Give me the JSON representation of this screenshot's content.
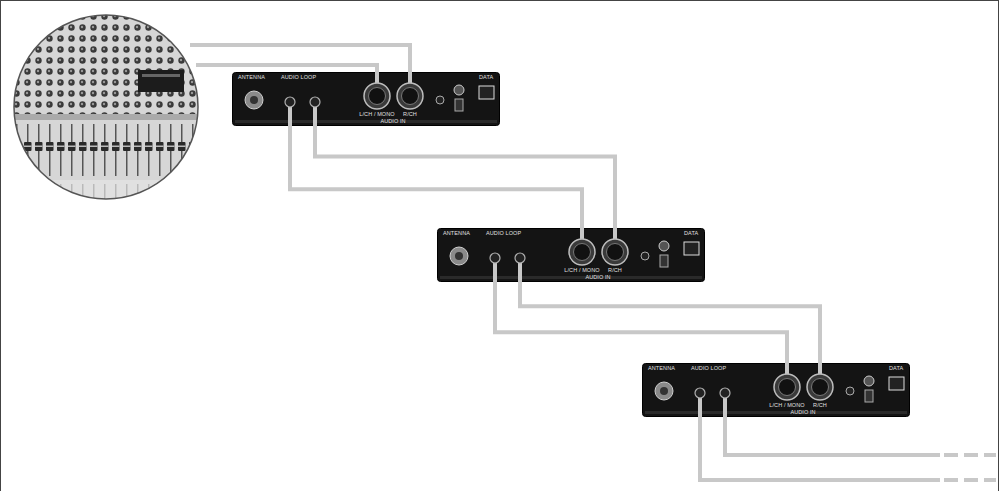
{
  "diagram": {
    "nodes": [
      {
        "text": [
          "ANTENNA",
          "AUDIO LOOP",
          "L/CH / MONO",
          "R/CH",
          "AUDIO IN",
          "DATA"
        ]
      },
      {
        "text": [
          "ANTENNA",
          "AUDIO LOOP",
          "L/CH / MONO",
          "R/CH",
          "AUDIO IN",
          "DATA"
        ]
      },
      {
        "text": [
          "ANTENNA",
          "AUDIO LOOP",
          "L/CH / MONO",
          "R/CH",
          "AUDIO IN",
          "DATA"
        ]
      }
    ],
    "edges": [
      {
        "from": 0,
        "to": 1,
        "arrow": "none"
      },
      {
        "from": 0,
        "to": 1,
        "arrow": "none"
      },
      {
        "from": 1,
        "to": 2,
        "arrow": "none"
      },
      {
        "from": 1,
        "to": 2,
        "arrow": "none"
      }
    ]
  }
}
